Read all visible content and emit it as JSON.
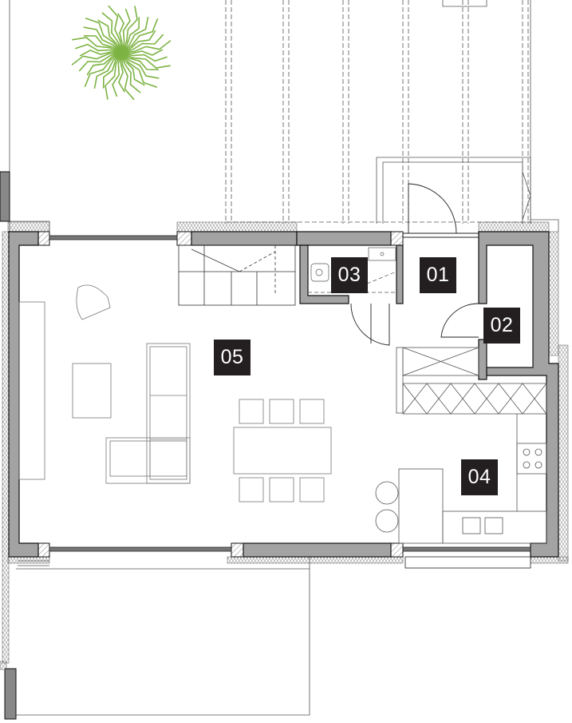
{
  "plan": {
    "rooms": [
      {
        "id": "01",
        "label": "01"
      },
      {
        "id": "02",
        "label": "02"
      },
      {
        "id": "03",
        "label": "03"
      },
      {
        "id": "04",
        "label": "04"
      },
      {
        "id": "05",
        "label": "05"
      }
    ]
  },
  "colors": {
    "wall": "#a3a3a3",
    "line": "#1a1a1a",
    "tree": "#7cb342",
    "label_bg": "#231f20",
    "label_text": "#ffffff"
  }
}
